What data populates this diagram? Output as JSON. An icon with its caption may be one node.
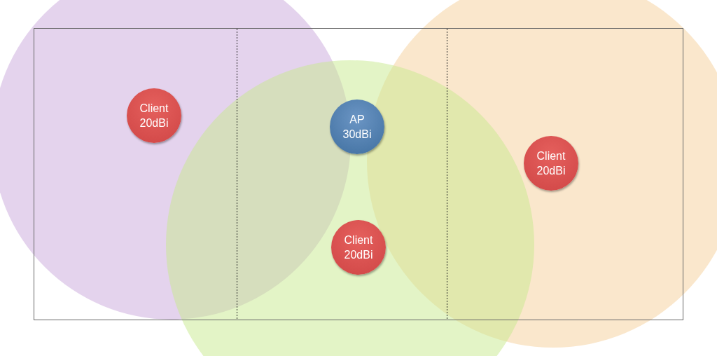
{
  "diagram": {
    "nodes": [
      {
        "text": [
          "Client 20dBi"
        ]
      },
      {
        "text": [
          "AP 30dBi"
        ]
      },
      {
        "text": [
          "Client 20dBi"
        ]
      },
      {
        "text": [
          "Client 20dBi"
        ]
      }
    ]
  }
}
